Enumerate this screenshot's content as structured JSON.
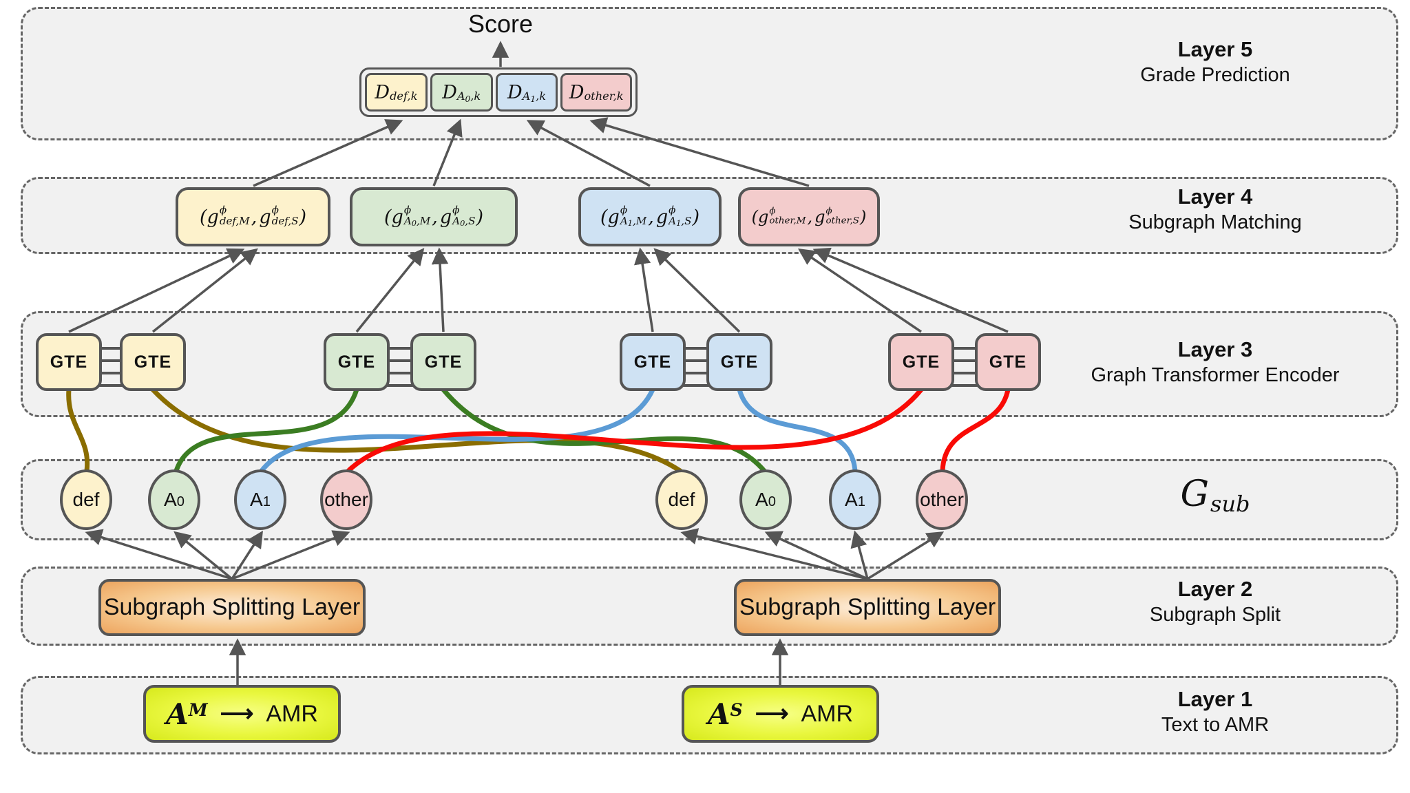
{
  "palette": {
    "band_bg": "#f1f1f1",
    "outline": "#555555",
    "yellow": "#fdf2cc",
    "green": "#d8e9d2",
    "blue": "#cfe2f3",
    "pink": "#f3cccc",
    "olive_curve": "#8a6d00",
    "green_curve": "#3b7d22",
    "blue_curve": "#5b9bd5",
    "red_curve": "#f90a05",
    "arrow": "#555555",
    "orange_box": "#eda55f",
    "lime_box": "#d7e91c"
  },
  "layer5": {
    "label_bold": "Layer 5",
    "label_sub": "Grade Prediction",
    "score": "Score",
    "d_boxes": [
      {
        "base": "D",
        "sub_main": "def",
        "sub_idx": "",
        "sub_tail": ",k"
      },
      {
        "base": "D",
        "sub_main": "A",
        "sub_idx": "0",
        "sub_tail": ",k"
      },
      {
        "base": "D",
        "sub_main": "A",
        "sub_idx": "1",
        "sub_tail": ",k"
      },
      {
        "base": "D",
        "sub_main": "other",
        "sub_idx": "",
        "sub_tail": ",k"
      }
    ]
  },
  "layer4": {
    "label_bold": "Layer 4",
    "label_sub": "Subgraph Matching",
    "open": "(",
    "close": ")",
    "comma": ",",
    "g": "g",
    "phi": "ϕ",
    "boxes": [
      {
        "s1_main": "def",
        "s1_idx": "",
        "s1_tail": ",M",
        "s2_main": "def",
        "s2_idx": "",
        "s2_tail": ",S"
      },
      {
        "s1_main": "A",
        "s1_idx": "0",
        "s1_tail": ",M",
        "s2_main": "A",
        "s2_idx": "0",
        "s2_tail": ",S"
      },
      {
        "s1_main": "A",
        "s1_idx": "1",
        "s1_tail": ",M",
        "s2_main": "A",
        "s2_idx": "1",
        "s2_tail": ",S"
      },
      {
        "s1_main": "other",
        "s1_idx": "",
        "s1_tail": ",M",
        "s2_main": "other",
        "s2_idx": "",
        "s2_tail": ",S"
      }
    ]
  },
  "layer3": {
    "label_bold": "Layer 3",
    "label_sub": "Graph Transformer Encoder",
    "gte": "GTE"
  },
  "gsub": {
    "label_base": "G",
    "label_sub": "sub",
    "circles": [
      {
        "main": "def",
        "idx": ""
      },
      {
        "main": "A",
        "idx": "0"
      },
      {
        "main": "A",
        "idx": "1"
      },
      {
        "main": "other",
        "idx": ""
      }
    ]
  },
  "layer2": {
    "label_bold": "Layer 2",
    "label_sub": "Subgraph Split",
    "box_label": "Subgraph Splitting Layer"
  },
  "layer1": {
    "label_bold": "Layer 1",
    "label_sub": "Text to AMR",
    "a": "A",
    "arrow": "⟶",
    "amr": "AMR",
    "boxes": [
      {
        "sup": "M"
      },
      {
        "sup": "S"
      }
    ]
  }
}
